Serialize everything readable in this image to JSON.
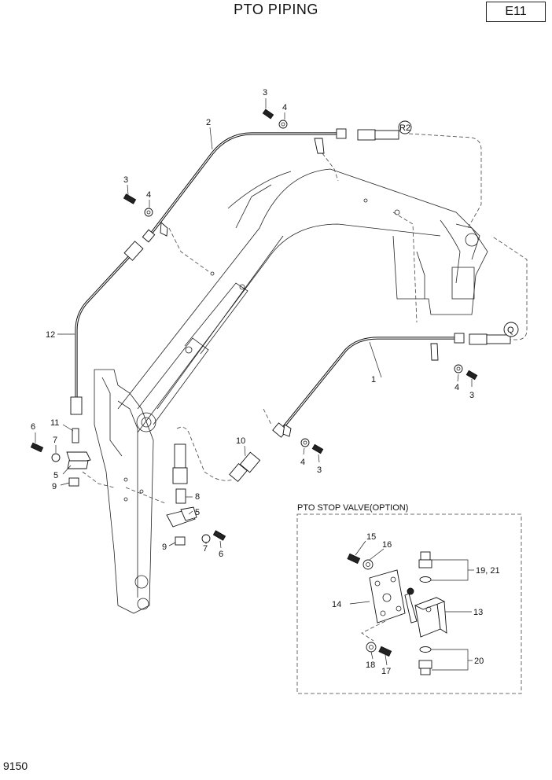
{
  "header": {
    "title": "PTO PIPING",
    "page_code": "E11"
  },
  "footer": {
    "sheet_number": "9150"
  },
  "inset": {
    "title": "PTO STOP VALVE(OPTION)"
  },
  "callouts": {
    "c1": "1",
    "c2": "2",
    "c3a": "3",
    "c3b": "3",
    "c3c": "3",
    "c3d": "3",
    "c4a": "4",
    "c4b": "4",
    "c4c": "4",
    "c4d": "4",
    "c5a": "5",
    "c5b": "5",
    "c6a": "6",
    "c6b": "6",
    "c7a": "7",
    "c7b": "7",
    "c8": "8",
    "c9a": "9",
    "c9b": "9",
    "c10": "10",
    "c11": "11",
    "c12": "12",
    "c13": "13",
    "c14": "14",
    "c15": "15",
    "c16": "16",
    "c17": "17",
    "c18": "18",
    "c19_21": "19, 21",
    "c20": "20",
    "refR2": "R2",
    "refQ": "Q"
  }
}
